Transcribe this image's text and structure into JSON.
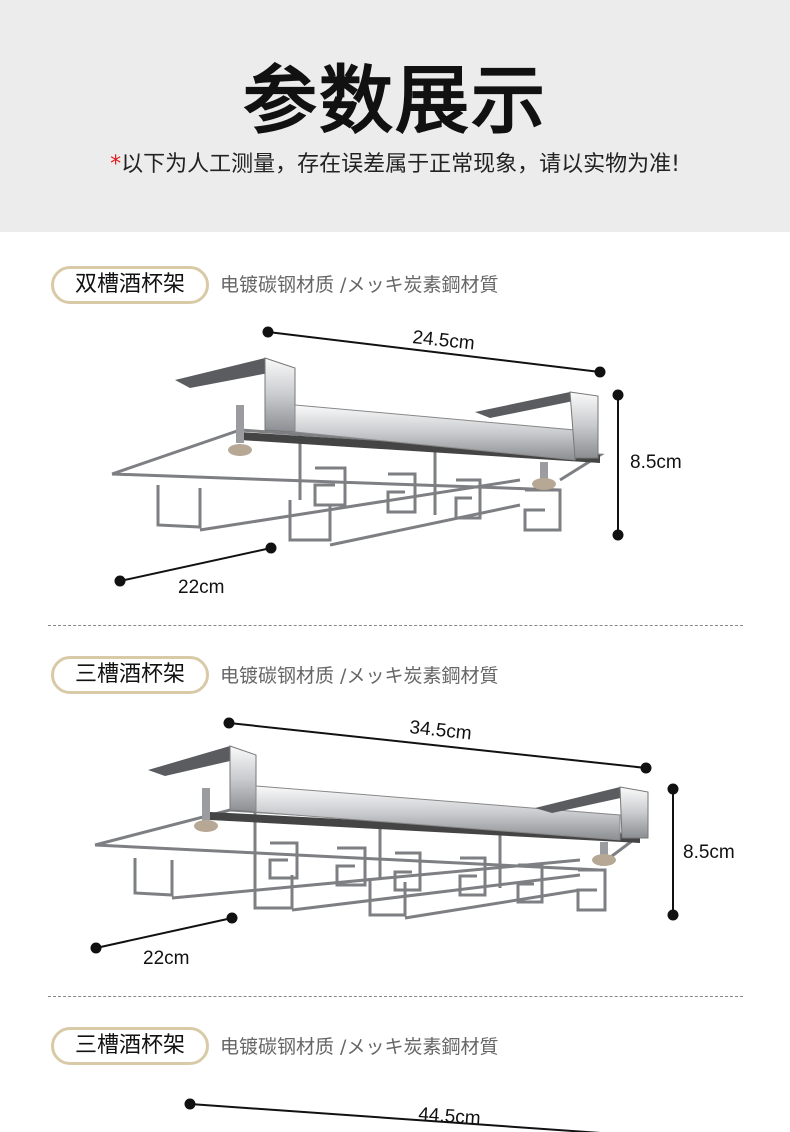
{
  "header": {
    "title": "参数展示",
    "star": "*",
    "note": "以下为人工测量，存在误差属于正常现象，请以实物为准!"
  },
  "products": [
    {
      "name": "双槽酒杯架",
      "material": "电镀碳钢材质 /メッキ炭素鋼材質",
      "length": "24.5cm",
      "height": "8.5cm",
      "depth": "22cm"
    },
    {
      "name": "三槽酒杯架",
      "material": "电镀碳钢材质 /メッキ炭素鋼材質",
      "length": "34.5cm",
      "height": "8.5cm",
      "depth": "22cm"
    },
    {
      "name": "三槽酒杯架",
      "material": "电镀碳钢材质 /メッキ炭素鋼材質",
      "length": "44.5cm"
    }
  ]
}
